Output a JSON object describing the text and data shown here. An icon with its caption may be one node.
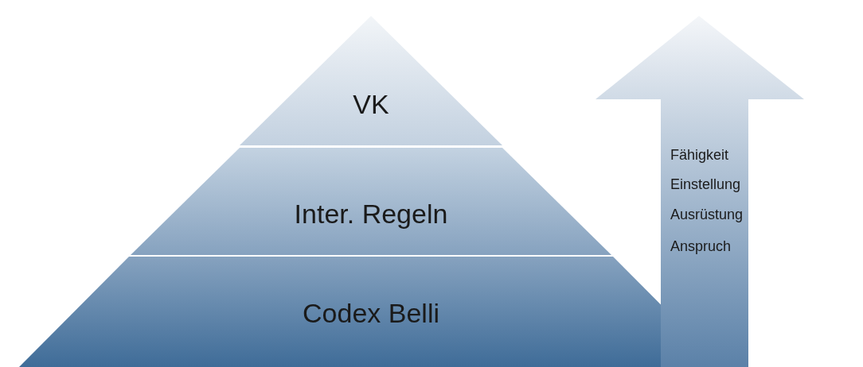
{
  "diagram": {
    "nodes": [
      {
        "text": [
          "VK"
        ]
      },
      {
        "text": [
          "Inter. Regeln"
        ]
      },
      {
        "text": [
          "Codex Belli"
        ]
      },
      {
        "text": [
          "Fähigkeit",
          "Einstellung",
          "Ausrüstung",
          "Anspruch"
        ]
      }
    ]
  }
}
